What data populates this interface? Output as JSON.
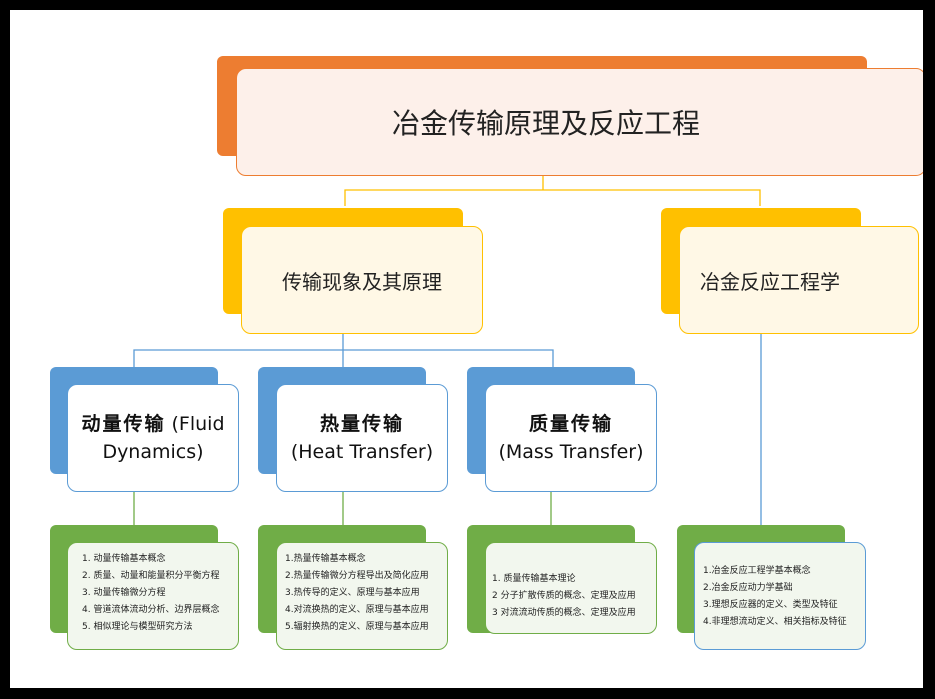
{
  "root": {
    "label": "冶金传输原理及反应工程"
  },
  "branches": [
    {
      "label": "传输现象及其原理"
    },
    {
      "label": "冶金反应工程学"
    }
  ],
  "subtopics": [
    {
      "zh": "动量传输",
      "en": "(Fluid Dynamics)",
      "en1": "(Fluid",
      "en2": "Dynamics)"
    },
    {
      "zh": "热量传输",
      "en": "(Heat Transfer)"
    },
    {
      "zh": "质量传输",
      "en": "(Mass Transfer)"
    }
  ],
  "lists": [
    {
      "items": [
        "1. 动量传输基本概念",
        "2. 质量、动量和能量积分平衡方程",
        "3. 动量传输微分方程",
        "4. 管道流体流动分析、边界层概念",
        "5. 相似理论与模型研究方法"
      ]
    },
    {
      "items": [
        "1.热量传输基本概念",
        "2.热量传输微分方程导出及简化应用",
        "3.热传导的定义、原理与基本应用",
        "4.对流换热的定义、原理与基本应用",
        "5.辐射换热的定义、原理与基本应用"
      ]
    },
    {
      "items": [
        "1. 质量传输基本理论",
        "2 分子扩散传质的概念、定理及应用",
        "3 对流流动传质的概念、定理及应用"
      ]
    },
    {
      "items": [
        "1.冶金反应工程学基本概念",
        "2.冶金反应动力学基础",
        "3.理想反应器的定义、类型及特征",
        "4.非理想流动定义、相关指标及特征"
      ]
    }
  ],
  "colors": {
    "orange": "#ED7D31",
    "orange_fill": "#FDF0EA",
    "gold": "#FFC000",
    "gold_fill": "#FFF8E6",
    "blue": "#5B9BD5",
    "blue_fill": "#FFFFFF",
    "green": "#70AD47",
    "green_fill": "#F2F7EE"
  }
}
